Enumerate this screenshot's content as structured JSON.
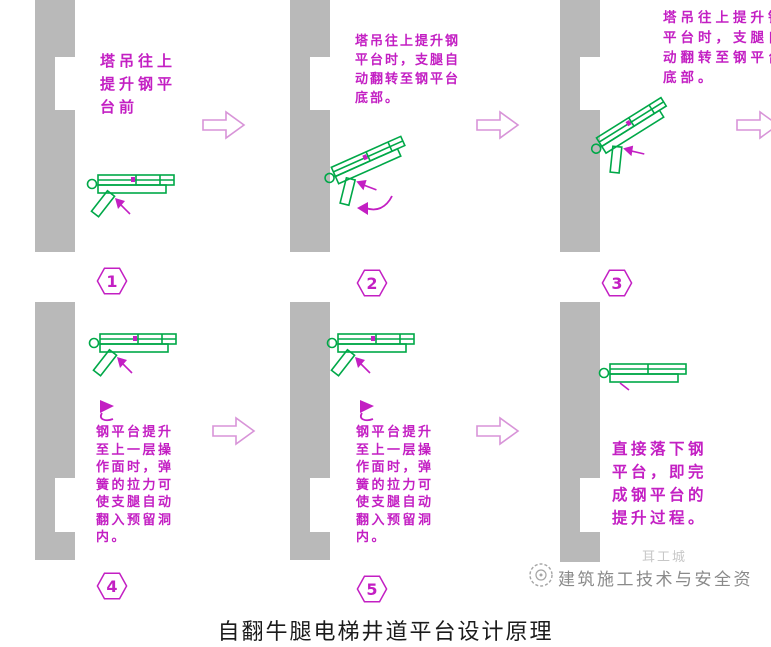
{
  "caption": "自翻牛腿电梯井道平台设计原理",
  "colors": {
    "wall_gray": "#b9b9b9",
    "platform_green": "#00a848",
    "annotation_magenta": "#c31fc3",
    "arrow_outline_pink": "#d894d8",
    "watermark_gray": "#8a8a8a"
  },
  "panels": [
    {
      "number": "1",
      "text": "塔吊往上\n提升钢平\n台前"
    },
    {
      "number": "2",
      "text": "塔吊往上提升钢\n平台时，支腿自\n动翻转至钢平台\n底部。"
    },
    {
      "number": "3",
      "text": "塔吊往上提升钢\n平台时，支腿自\n动翻转至钢平台\n底部。"
    },
    {
      "number": "4",
      "text": "钢平台提升\n至上一层操\n作面时，弹\n簧的拉力可\n使支腿自动\n翻入预留洞\n内。"
    },
    {
      "number": "5",
      "text": "钢平台提升\n至上一层操\n作面时，弹\n簧的拉力可\n使支腿自动\n翻入预留洞\n内。"
    },
    {
      "number": "",
      "text": "直接落下钢\n平台，即完\n成钢平台的\n提升过程。"
    }
  ],
  "watermark": {
    "faint_text": "耳工城",
    "logo": "round-stamp-icon",
    "text": "建筑施工技术与安全资"
  }
}
